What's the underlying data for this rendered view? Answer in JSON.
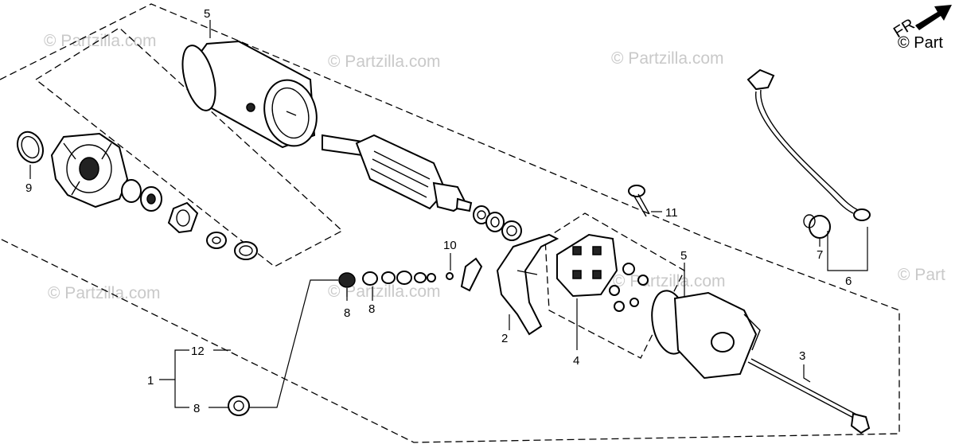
{
  "watermark": {
    "text": "© Partzilla.com",
    "corner_text": "© Part"
  },
  "direction_marker": "FR.",
  "callouts": {
    "c1": "1",
    "c2": "2",
    "c3": "3",
    "c4": "4",
    "c5a": "5",
    "c5b": "5",
    "c6": "6",
    "c7": "7",
    "c8a": "8",
    "c8b": "8",
    "c8c": "8",
    "c9": "9",
    "c10": "10",
    "c11": "11",
    "c12": "12"
  },
  "icons": {
    "direction_arrow": "arrow-up-right-icon"
  }
}
